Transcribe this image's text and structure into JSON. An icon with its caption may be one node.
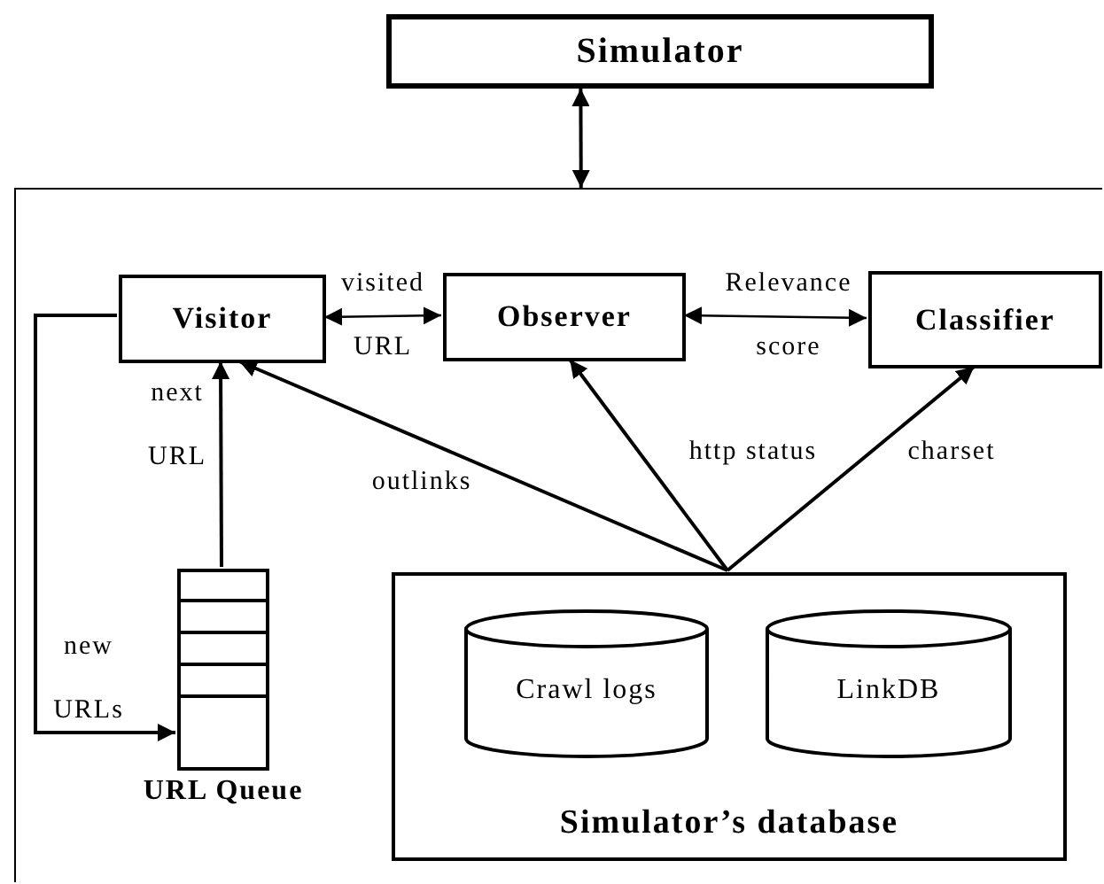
{
  "diagram": {
    "nodes": [
      {
        "text": [
          "Simulator"
        ]
      },
      {
        "text": [],
        "shape": "box"
      },
      {
        "text": [
          "Visitor"
        ],
        "in": 1
      },
      {
        "text": [
          "Observer"
        ],
        "in": 1
      },
      {
        "text": [
          "Classifier"
        ],
        "in": 1
      },
      {
        "text": [
          "URL Queue"
        ],
        "in": 1
      },
      {
        "text": [
          "Simulator’s database"
        ],
        "in": 1
      },
      {
        "text": [
          "Crawl logs"
        ],
        "in": 6
      },
      {
        "text": [
          "LinkDB"
        ],
        "in": 6
      }
    ],
    "edges": [
      {
        "from": 0,
        "to": 1,
        "arrow": "both"
      },
      {
        "from": 2,
        "to": 3,
        "arrow": "both",
        "label": "visited URL"
      },
      {
        "from": 3,
        "to": 4,
        "arrow": "both",
        "label": "Relevance score"
      },
      {
        "from": 6,
        "to": 2,
        "arrow": "to",
        "label": "outlinks"
      },
      {
        "from": 6,
        "to": 3,
        "arrow": "to",
        "label": "http status"
      },
      {
        "from": 6,
        "to": 4,
        "arrow": "to",
        "label": "charset"
      },
      {
        "from": 5,
        "to": 2,
        "arrow": "to",
        "label": "next URL"
      },
      {
        "from": 2,
        "to": 5,
        "arrow": "to",
        "label": "new URLs"
      }
    ]
  }
}
